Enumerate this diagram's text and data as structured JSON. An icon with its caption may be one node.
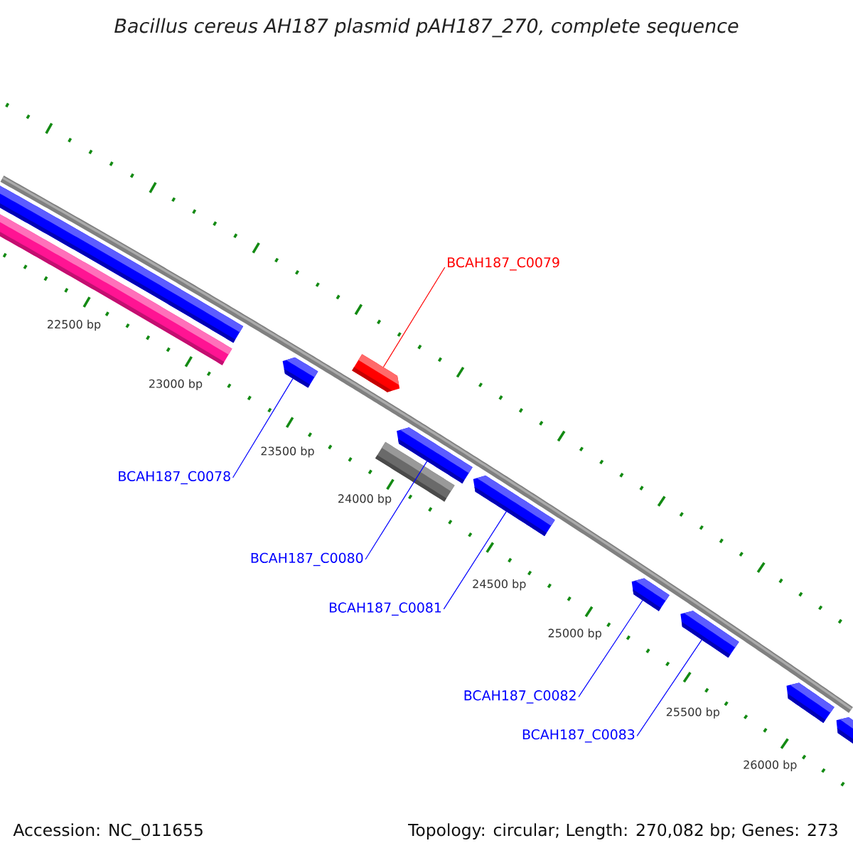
{
  "diagram": {
    "title": "Bacillus cereus AH187 plasmid pAH187_270, complete sequence",
    "nodes": [
      {
        "text": [],
        "shape": "bar"
      },
      {
        "text": [],
        "shape": "bar"
      },
      {
        "text": [],
        "shape": "arrow"
      },
      {
        "text": [],
        "shape": "arrow"
      },
      {
        "text": [],
        "shape": "bar"
      },
      {
        "text": [],
        "shape": "arrow"
      },
      {
        "text": [],
        "shape": "arrow"
      },
      {
        "text": [],
        "shape": "arrow"
      },
      {
        "text": [],
        "shape": "arrow"
      },
      {
        "text": [],
        "shape": "arrow"
      },
      {
        "text": [],
        "shape": "arrow"
      },
      {
        "text": [
          "BCAH187_C0079"
        ]
      },
      {
        "text": [
          "BCAH187_C0078"
        ]
      },
      {
        "text": [
          "BCAH187_C0080"
        ]
      },
      {
        "text": [
          "BCAH187_C0081"
        ]
      },
      {
        "text": [
          "BCAH187_C0082"
        ]
      },
      {
        "text": [
          "BCAH187_C0083"
        ]
      }
    ],
    "edges": [
      {
        "from": 11,
        "to": 3,
        "arrow": "none",
        "color": "#ff0000"
      },
      {
        "from": 12,
        "to": 2,
        "arrow": "none"
      },
      {
        "from": 13,
        "to": 5,
        "arrow": "none"
      },
      {
        "from": 14,
        "to": 6,
        "arrow": "none"
      },
      {
        "from": 15,
        "to": 7,
        "arrow": "none"
      },
      {
        "from": 16,
        "to": 8,
        "arrow": "none"
      }
    ],
    "labels": [
      "22500 bp",
      "23000 bp",
      "23500 bp",
      "24000 bp",
      "24500 bp",
      "25000 bp",
      "25500 bp",
      "26000 bp",
      "Accession: NC_011655",
      "Topology: circular; Length: 270,082 bp; Genes: 273"
    ]
  }
}
